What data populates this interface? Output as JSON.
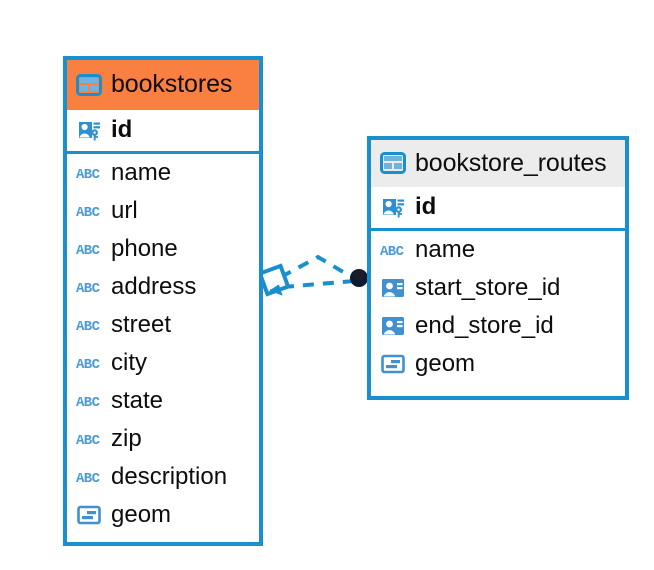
{
  "diagram": {
    "type": "entity-relationship-diagram",
    "background": "#ffffff",
    "accent_color": "#1a8fd0",
    "selected_color": "#fa8042",
    "header_color": "#ececec",
    "endpoint_color": "#101a2e"
  },
  "entities": [
    {
      "name": "bookstores",
      "selected": true,
      "header_icon": "table-icon",
      "fields": [
        {
          "label": "id",
          "icon": "primary-key-icon",
          "bold": true,
          "separator": true
        },
        {
          "label": "name",
          "icon": "text-abc-icon",
          "bold": false,
          "separator": false
        },
        {
          "label": "url",
          "icon": "text-abc-icon",
          "bold": false,
          "separator": false
        },
        {
          "label": "phone",
          "icon": "text-abc-icon",
          "bold": false,
          "separator": false
        },
        {
          "label": "address",
          "icon": "text-abc-icon",
          "bold": false,
          "separator": false
        },
        {
          "label": "street",
          "icon": "text-abc-icon",
          "bold": false,
          "separator": false
        },
        {
          "label": "city",
          "icon": "text-abc-icon",
          "bold": false,
          "separator": false
        },
        {
          "label": "state",
          "icon": "text-abc-icon",
          "bold": false,
          "separator": false
        },
        {
          "label": "zip",
          "icon": "text-abc-icon",
          "bold": false,
          "separator": false
        },
        {
          "label": "description",
          "icon": "text-abc-icon",
          "bold": false,
          "separator": false
        },
        {
          "label": "geom",
          "icon": "geometry-icon",
          "bold": false,
          "separator": false
        }
      ]
    },
    {
      "name": "bookstore_routes",
      "selected": false,
      "header_icon": "table-icon",
      "fields": [
        {
          "label": "id",
          "icon": "primary-key-icon",
          "bold": true,
          "separator": true
        },
        {
          "label": "name",
          "icon": "text-abc-icon",
          "bold": false,
          "separator": false
        },
        {
          "label": "start_store_id",
          "icon": "foreign-key-icon",
          "bold": false,
          "separator": false
        },
        {
          "label": "end_store_id",
          "icon": "foreign-key-icon",
          "bold": false,
          "separator": false
        },
        {
          "label": "geom",
          "icon": "geometry-icon",
          "bold": false,
          "separator": false
        }
      ]
    }
  ],
  "relationship": {
    "source_handle": "diamond-handle-icon",
    "target_handle": "circle-endpoint-icon",
    "line_style": "dashed",
    "line_color": "#1a8fd0"
  }
}
